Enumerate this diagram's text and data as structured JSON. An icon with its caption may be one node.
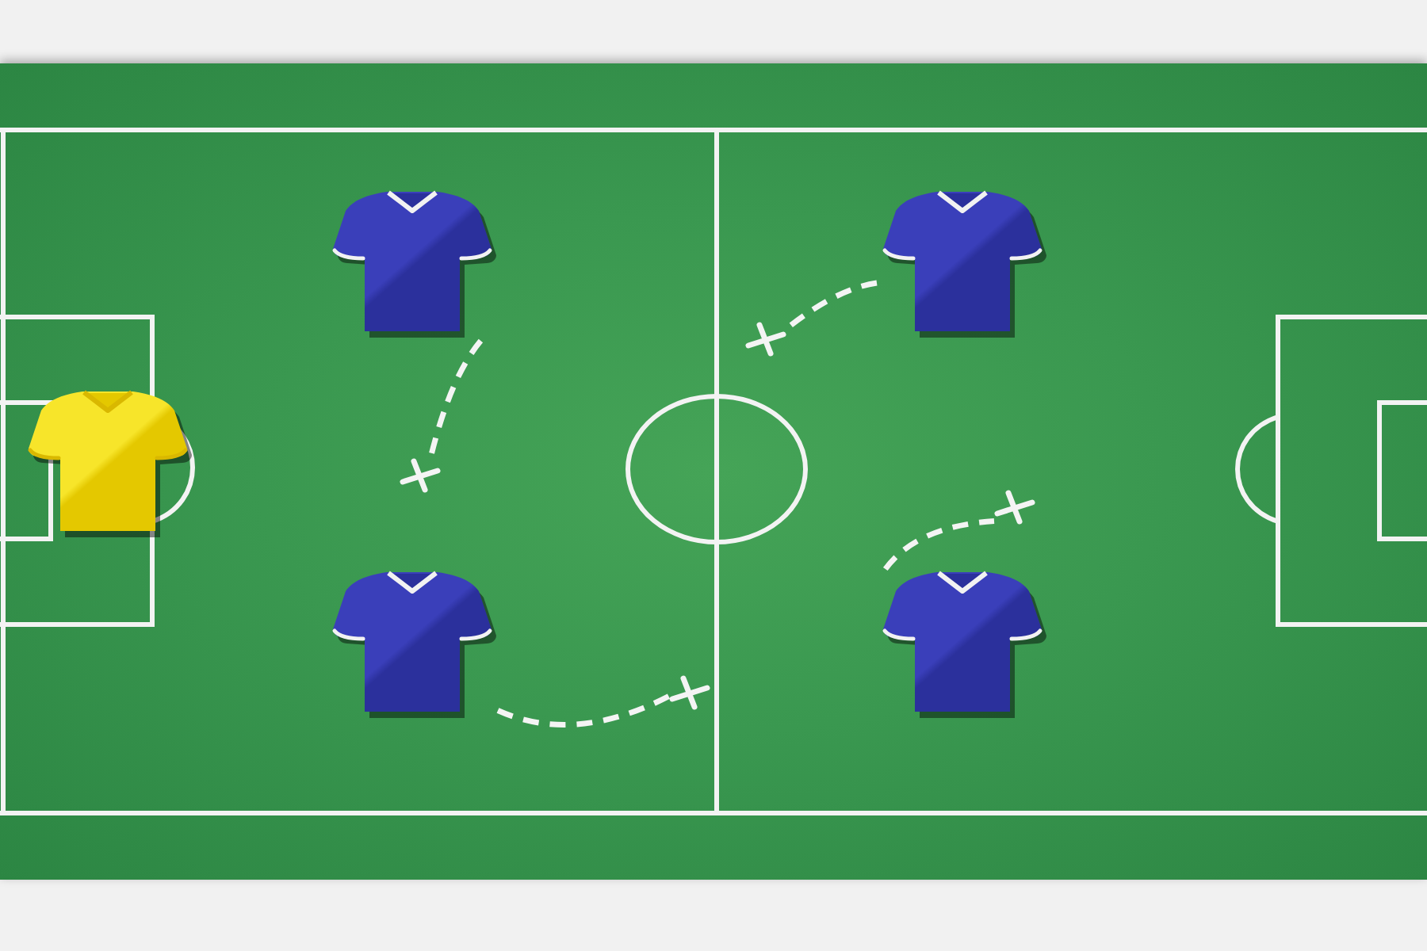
{
  "diagram": {
    "nodes": [
      {
        "text": [],
        "shape": "shirt"
      },
      {
        "text": [],
        "shape": "shirt"
      },
      {
        "text": [],
        "shape": "shirt"
      },
      {
        "text": [],
        "shape": "shirt"
      },
      {
        "text": [],
        "shape": "shirt"
      },
      {
        "text": [],
        "shape": "cross"
      },
      {
        "text": [],
        "shape": "cross"
      },
      {
        "text": [],
        "shape": "cross"
      },
      {
        "text": [],
        "shape": "cross"
      }
    ],
    "edges": [
      {
        "from": 0,
        "to": 6,
        "arrow": "none",
        "style": "dashed"
      },
      {
        "from": 1,
        "to": 5,
        "arrow": "none",
        "style": "dashed"
      },
      {
        "from": 4,
        "to": 7,
        "arrow": "none",
        "style": "dashed"
      },
      {
        "from": 3,
        "to": 8,
        "arrow": "none",
        "style": "dashed"
      }
    ]
  }
}
